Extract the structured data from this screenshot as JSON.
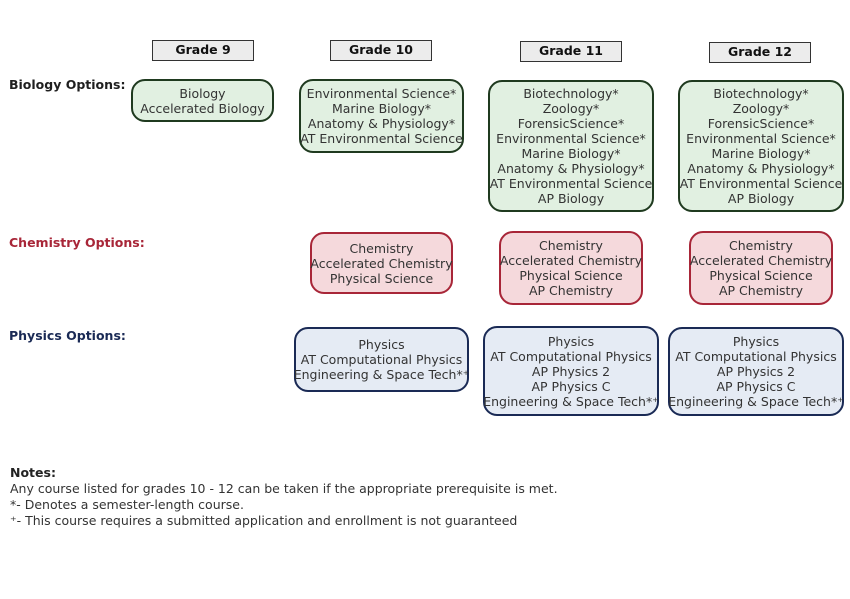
{
  "grades": [
    "Grade 9",
    "Grade 10",
    "Grade 11",
    "Grade 12"
  ],
  "rows": {
    "biology": {
      "label": "Biology Options:",
      "color": "#1f3a1f"
    },
    "chemistry": {
      "label": "Chemistry Options:",
      "color": "#a82638"
    },
    "physics": {
      "label": "Physics Options:",
      "color": "#1a2a55"
    }
  },
  "boxes": {
    "biology": {
      "g9": [
        "Biology",
        "Accelerated Biology"
      ],
      "g10": [
        "Environmental Science*",
        "Marine Biology*",
        "Anatomy & Physiology*",
        "AT Environmental Science"
      ],
      "g11": [
        "Biotechnology*",
        "Zoology*",
        "ForensicScience*",
        "Environmental Science*",
        "Marine Biology*",
        "Anatomy & Physiology*",
        "AT Environmental Science",
        "AP Biology"
      ],
      "g12": [
        "Biotechnology*",
        "Zoology*",
        "ForensicScience*",
        "Environmental Science*",
        "Marine Biology*",
        "Anatomy & Physiology*",
        "AT Environmental Science",
        "AP Biology"
      ]
    },
    "chemistry": {
      "g10": [
        "Chemistry",
        "Accelerated Chemistry",
        "Physical Science"
      ],
      "g11": [
        "Chemistry",
        "Accelerated Chemistry",
        "Physical Science",
        "AP Chemistry"
      ],
      "g12": [
        "Chemistry",
        "Accelerated Chemistry",
        "Physical Science",
        "AP Chemistry"
      ]
    },
    "physics": {
      "g10": [
        "Physics",
        "AT Computational Physics",
        "Engineering & Space Tech*⁺"
      ],
      "g11": [
        "Physics",
        "AT Computational Physics",
        "AP Physics 2",
        "AP Physics C",
        "Engineering & Space Tech*⁺"
      ],
      "g12": [
        "Physics",
        "AT Computational Physics",
        "AP Physics 2",
        "AP Physics C",
        "Engineering & Space Tech*⁺"
      ]
    }
  },
  "notes": {
    "title": "Notes:",
    "lines": [
      "Any course listed for grades 10 - 12 can be taken if the appropriate prerequisite is met.",
      "*- Denotes a semester-length course.",
      "⁺- This course requires a submitted application and enrollment is not guaranteed"
    ]
  }
}
